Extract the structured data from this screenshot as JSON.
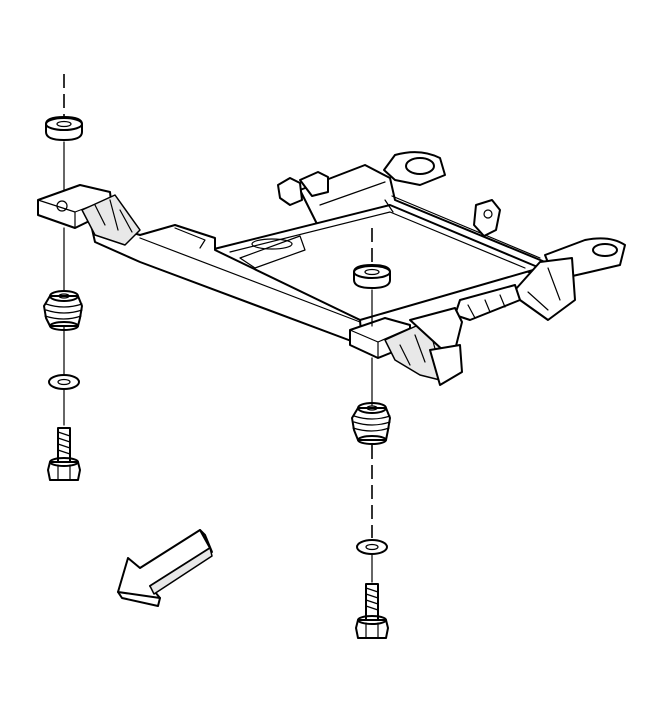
{
  "diagram": {
    "subject": "engine-cradle-mounting-exploded-view",
    "parts": [
      "cradle",
      "upper-insulator-left",
      "lower-insulator-left",
      "washer-left",
      "bolt-left",
      "upper-insulator-right",
      "lower-insulator-right",
      "washer-right",
      "bolt-right",
      "front-direction-arrow"
    ],
    "colors": {
      "line": "#000000",
      "background": "#ffffff"
    }
  }
}
